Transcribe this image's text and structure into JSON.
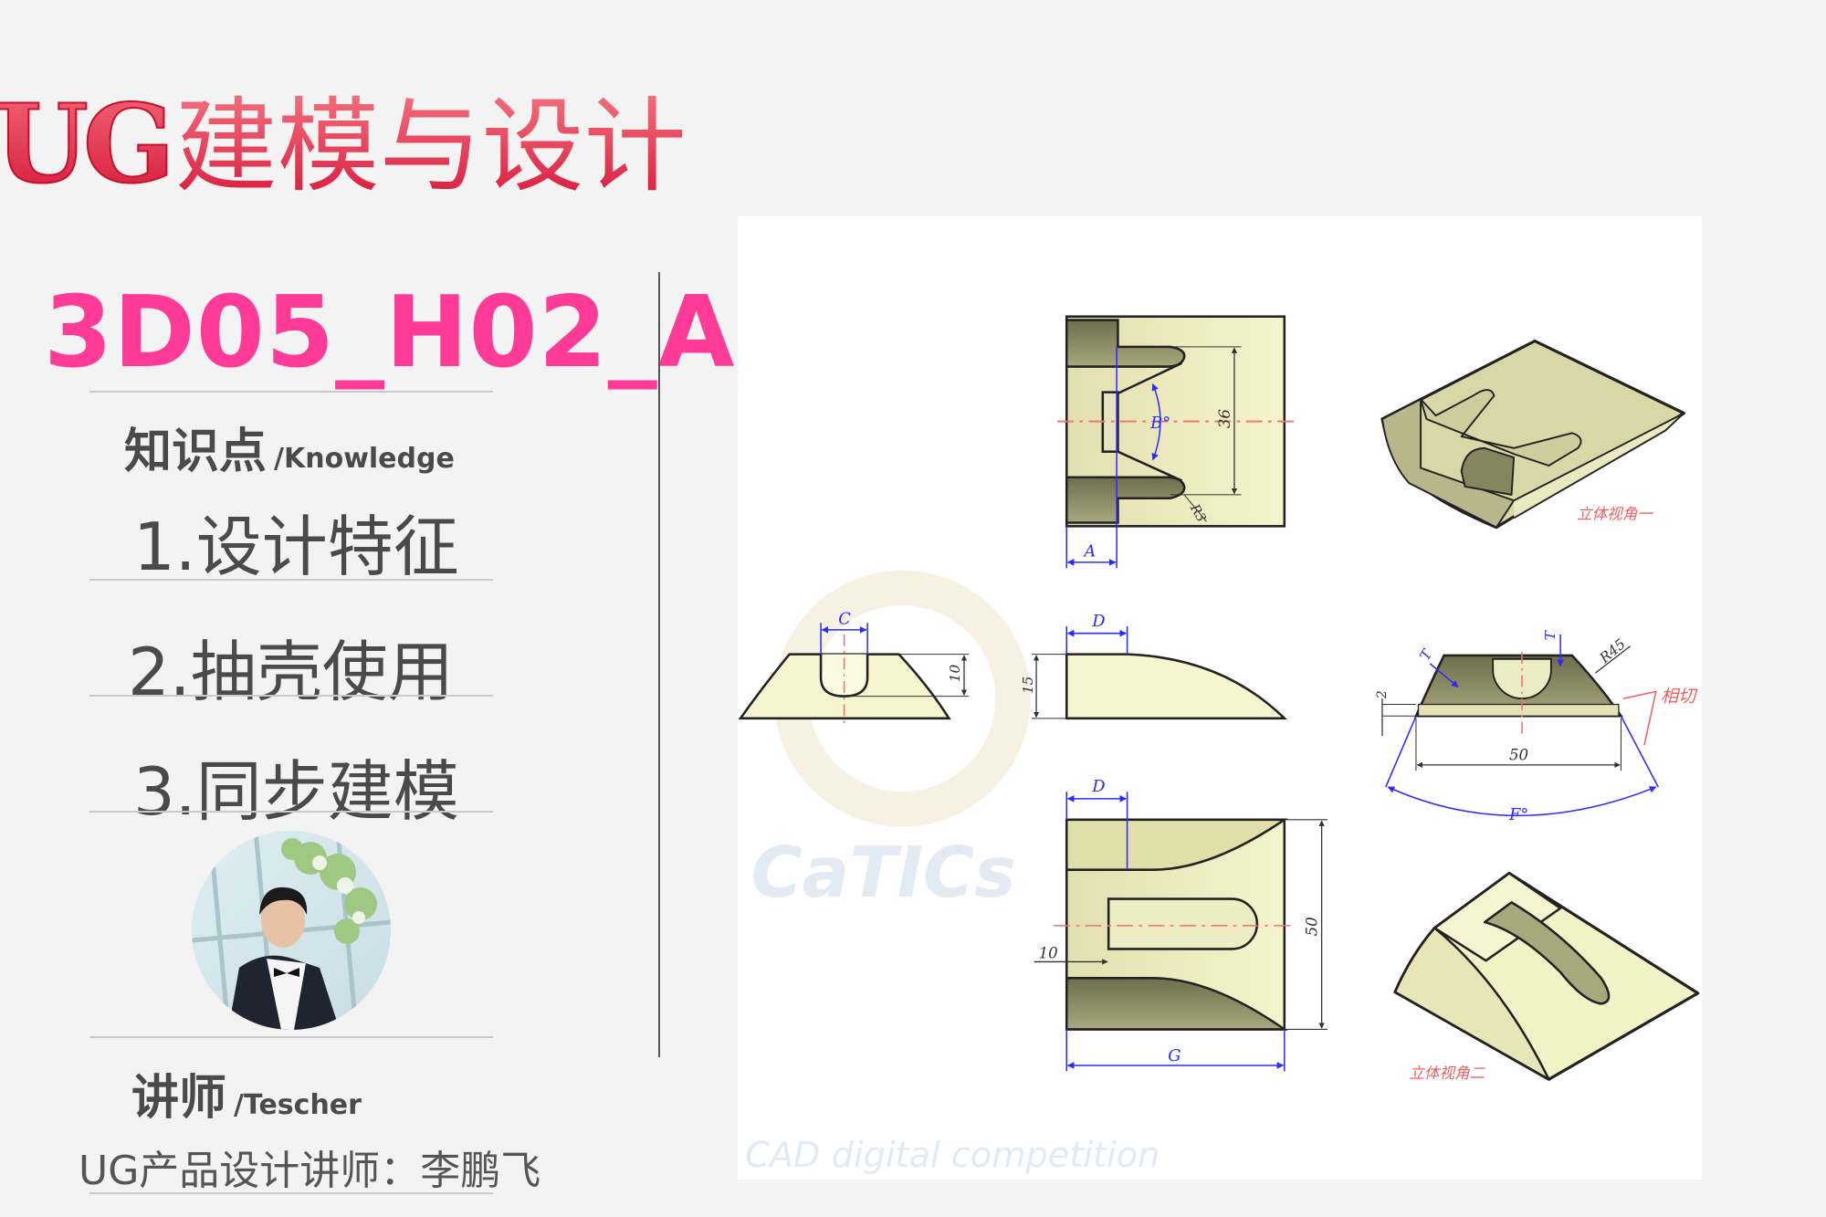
{
  "header": {
    "logo": "UG",
    "title": "建模与设计"
  },
  "code": "3D05_H02_A",
  "knowledge": {
    "heading": "知识点",
    "heading_en": "/Knowledge",
    "items": [
      "1.设计特征",
      "2.抽壳使用",
      "3.同步建模"
    ]
  },
  "teacher": {
    "heading": "讲师",
    "heading_en": "/Tescher",
    "name": "UG产品设计讲师：李鹏飞"
  },
  "drawing": {
    "watermark": {
      "brand": "CaTICs",
      "tagline": "CAD digital competition"
    },
    "labels": {
      "view1": "立体视角一",
      "view2": "立体视角二",
      "tangent": "相切"
    },
    "dims": {
      "A": "A",
      "B": "B°",
      "R3": "R3",
      "d36": "36",
      "C": "C",
      "d10a": "10",
      "D1": "D",
      "d15": "15",
      "T1": "T",
      "T2": "T",
      "R45": "R45",
      "d2": "2",
      "d50a": "50",
      "F": "F°",
      "D2": "D",
      "d10b": "10",
      "d50b": "50",
      "G": "G"
    }
  },
  "colors": {
    "accent": "#ff3a97",
    "title_red": "#d6163a",
    "part": "#efedc0",
    "part_dark": "#8a8a62",
    "dim_blue": "#2b2bff"
  }
}
